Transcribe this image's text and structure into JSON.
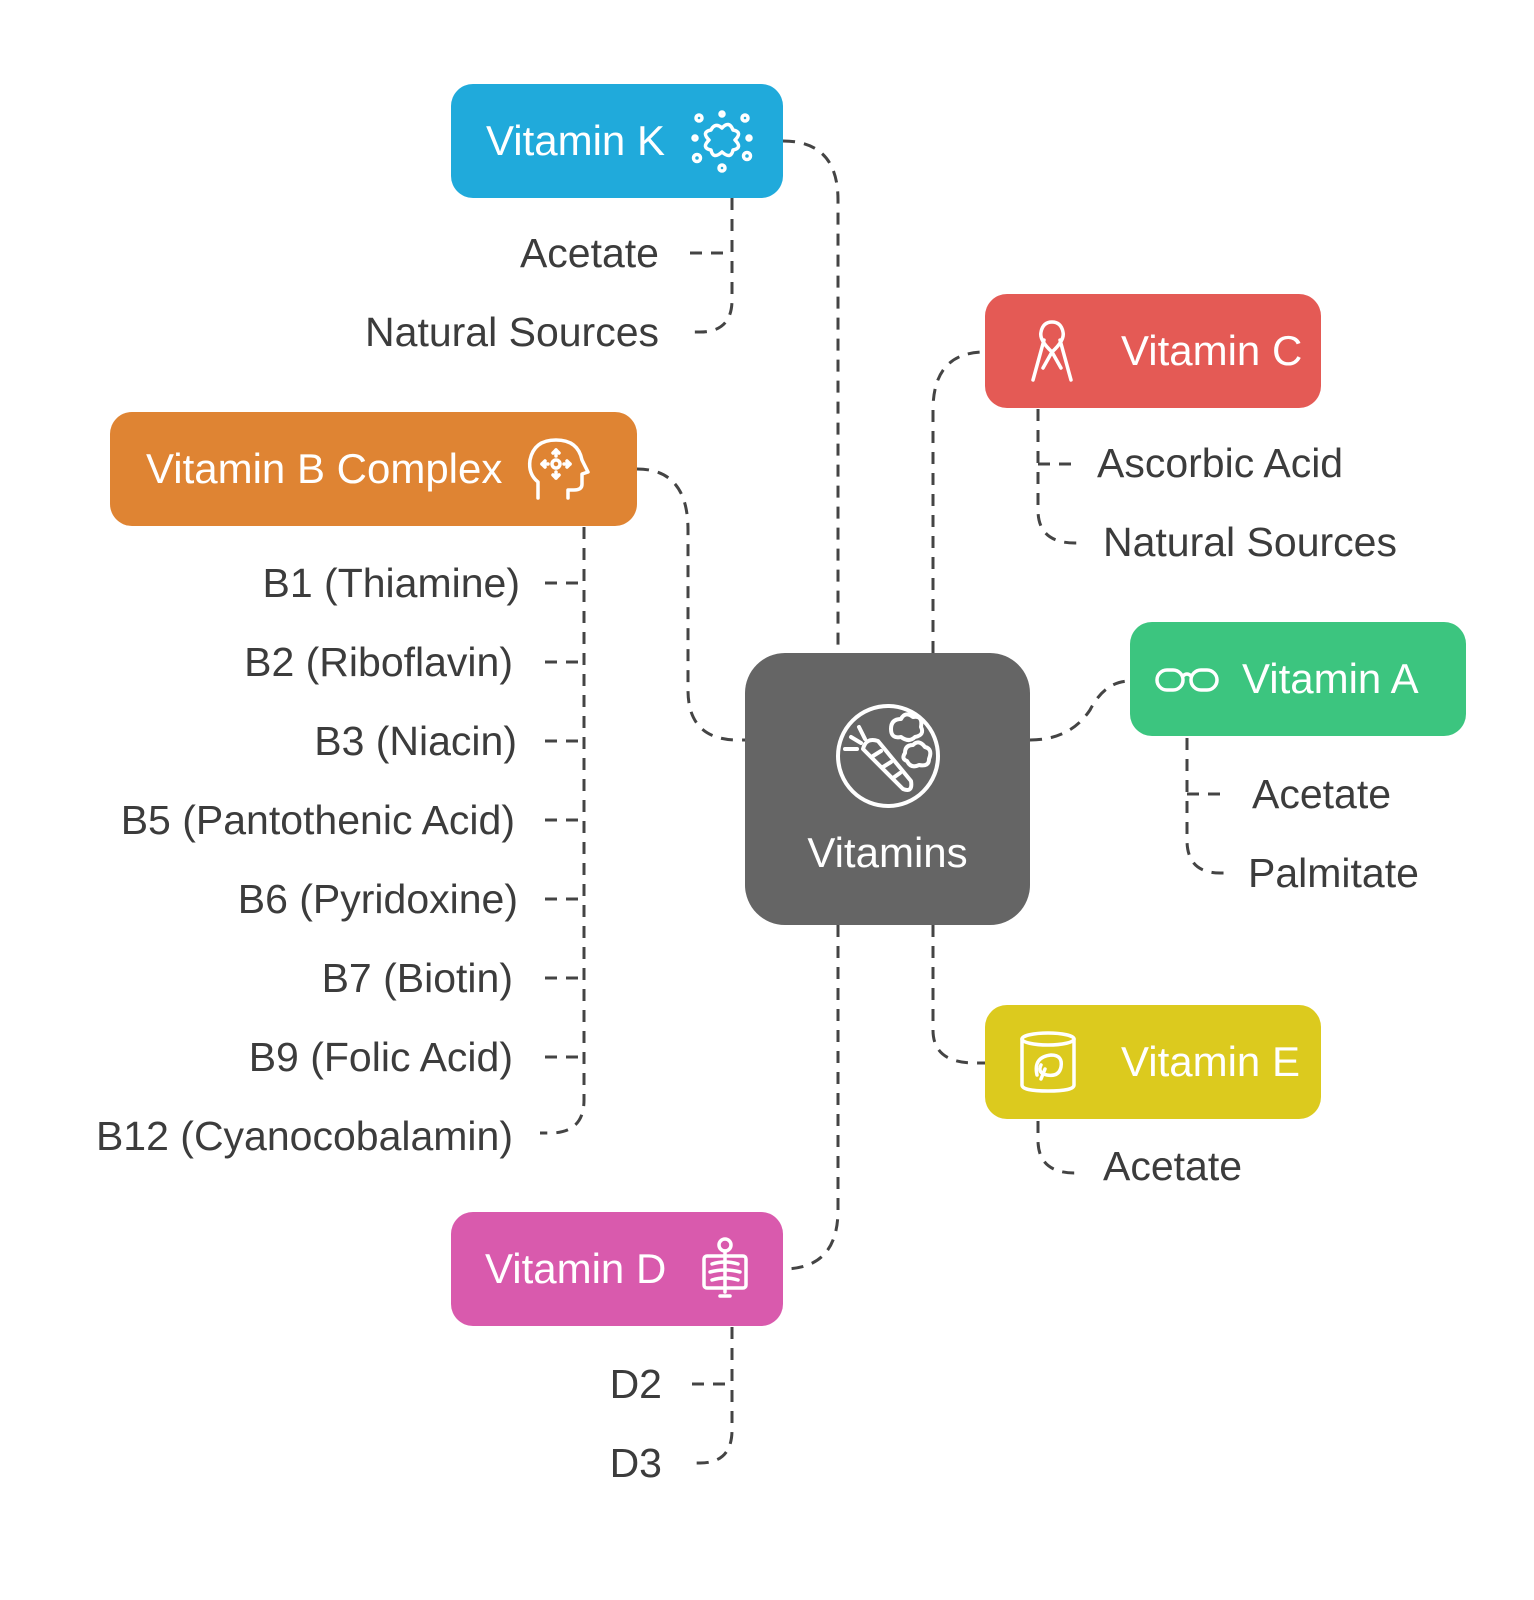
{
  "colors": {
    "center": "#656565",
    "vitamin_k": "#20aadb",
    "vitamin_b": "#df8433",
    "vitamin_d": "#d95aad",
    "vitamin_c": "#e45a55",
    "vitamin_a": "#3cc57f",
    "vitamin_e": "#dcca1e",
    "connector": "#444444",
    "leaf_text": "#3c3c3c"
  },
  "center": {
    "label": "Vitamins",
    "icon": "vegetables-plate-icon"
  },
  "branches": {
    "vitamin_k": {
      "label": "Vitamin K",
      "icon": "blood-splatter-icon",
      "items": [
        "Acetate",
        "Natural Sources"
      ]
    },
    "vitamin_b": {
      "label": "Vitamin B Complex",
      "icon": "brain-head-icon",
      "items": [
        "B1 (Thiamine)",
        "B2 (Riboflavin)",
        "B3 (Niacin)",
        "B5 (Pantothenic Acid)",
        "B6 (Pyridoxine)",
        "B7 (Biotin)",
        "B9 (Folic Acid)",
        "B12 (Cyanocobalamin)"
      ]
    },
    "vitamin_d": {
      "label": "Vitamin D",
      "icon": "skeleton-xray-icon",
      "items": [
        "D2",
        "D3"
      ]
    },
    "vitamin_c": {
      "label": "Vitamin C",
      "icon": "awareness-ribbon-icon",
      "items": [
        "Ascorbic Acid",
        "Natural Sources"
      ]
    },
    "vitamin_a": {
      "label": "Vitamin A",
      "icon": "eyeglasses-icon",
      "items": [
        "Acetate",
        "Palmitate"
      ]
    },
    "vitamin_e": {
      "label": "Vitamin E",
      "icon": "leaf-jar-icon",
      "items": [
        "Acetate"
      ]
    }
  }
}
